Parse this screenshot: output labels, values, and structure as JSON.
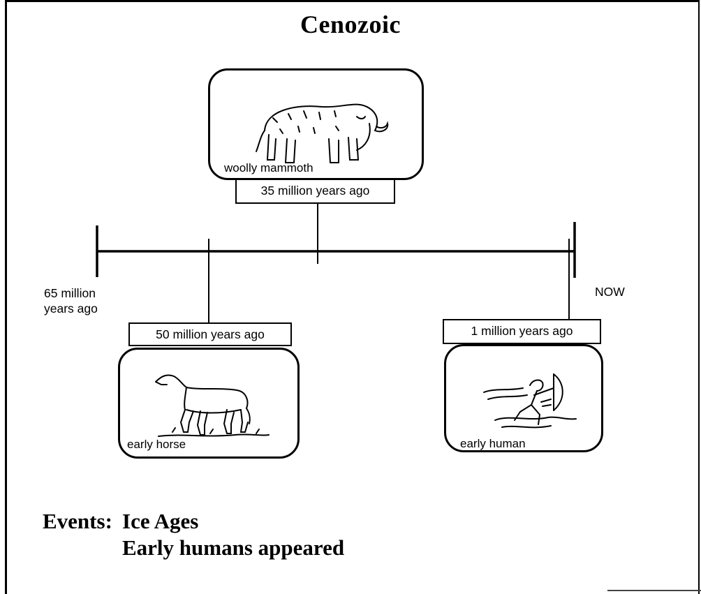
{
  "title": "Cenozoic",
  "timeline": {
    "start_label": "65 million\nyears ago",
    "end_label": "NOW"
  },
  "cards": [
    {
      "name": "woolly mammoth",
      "label": "woolly mammoth",
      "date": "35 million years ago",
      "icon": "mammoth-icon"
    },
    {
      "name": "early horse",
      "label": "early horse",
      "date": "50 million years ago",
      "icon": "horse-icon"
    },
    {
      "name": "early human",
      "label": "early human",
      "date": "1 million years ago",
      "icon": "human-archer-icon"
    }
  ],
  "events": {
    "heading": "Events:",
    "items": [
      "Ice Ages",
      "Early humans appeared"
    ]
  }
}
